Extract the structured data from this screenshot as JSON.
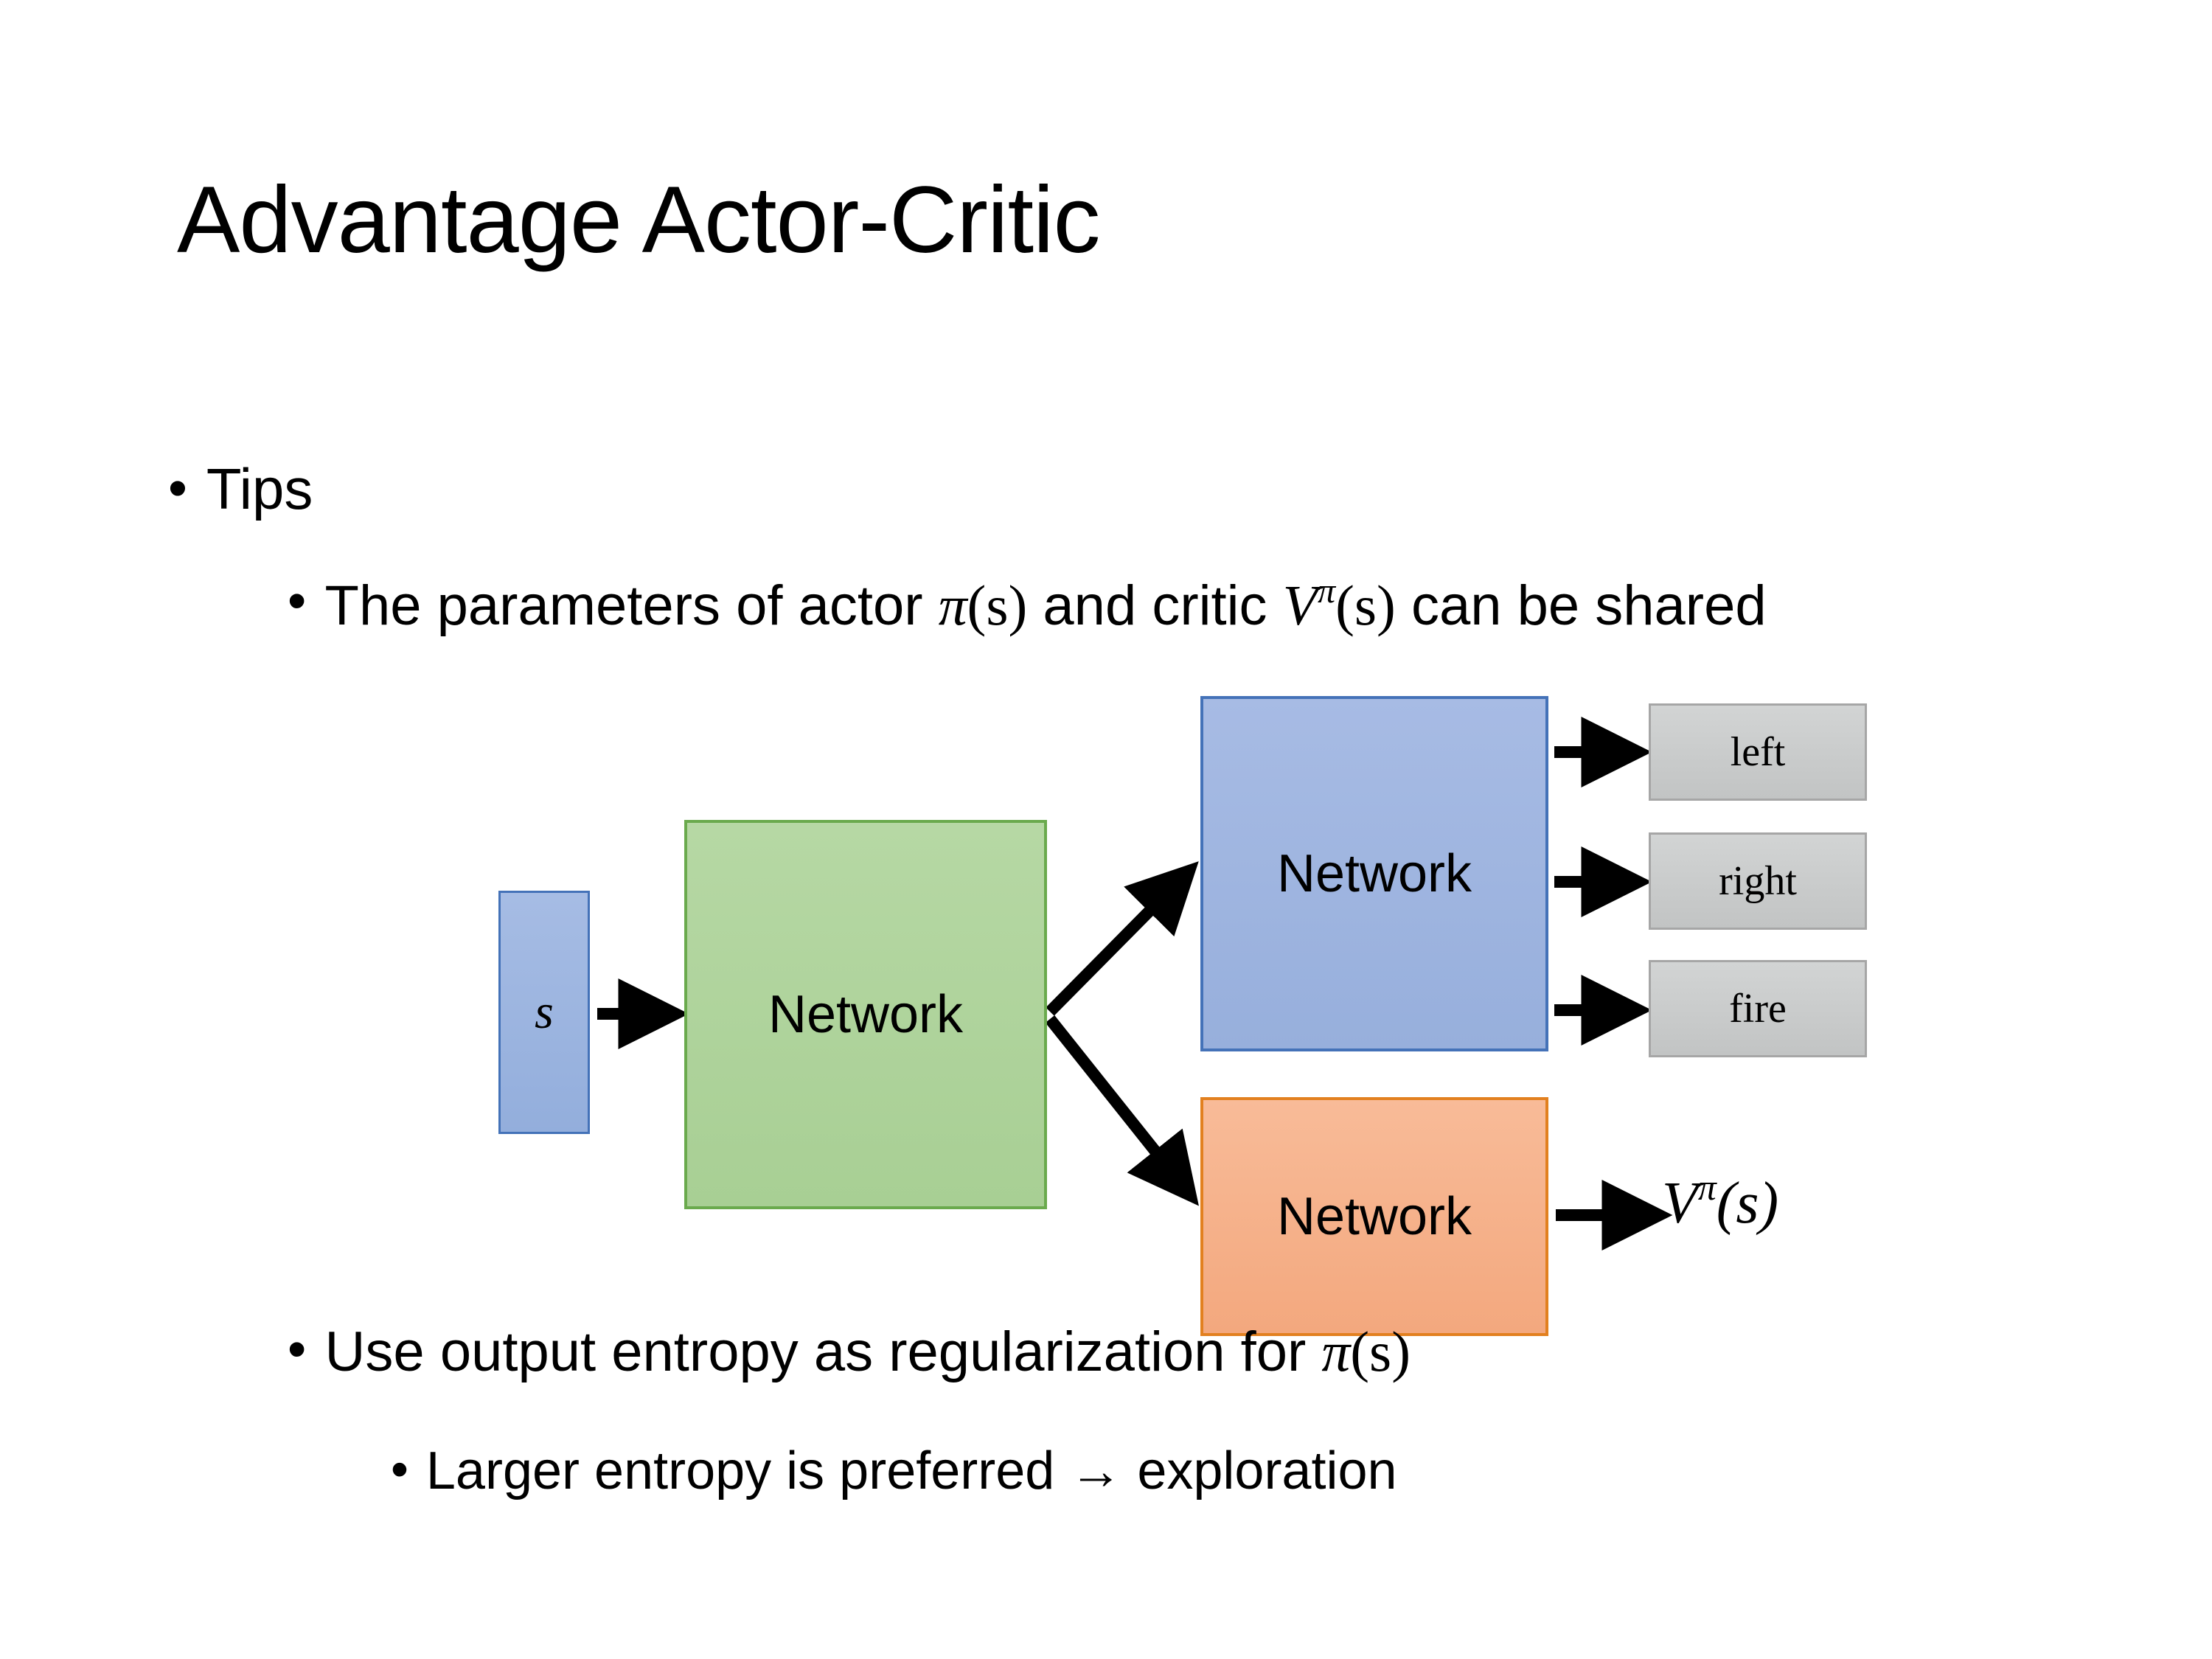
{
  "slide": {
    "title": "Advantage Actor-Critic",
    "background": "#ffffff"
  },
  "bullets": [
    {
      "level": 1,
      "marker": "•",
      "text": "Tips"
    },
    {
      "level": 2,
      "marker": "•",
      "text_parts": [
        "The parameters of actor ",
        "π(s)",
        "  and critic ",
        "Vπ(s)",
        " can be shared"
      ],
      "plain": "The parameters of actor π(s)  and critic Vπ(s) can be shared",
      "lead": "The parameters of actor ",
      "math1": "π",
      "math1_arg": "(s)",
      "mid": "  and critic ",
      "math2": "V",
      "math2_sup": "π",
      "math2_arg": "(s)",
      "tail": " can be shared"
    },
    {
      "level": 2,
      "marker": "•",
      "lead": "Use output entropy as regularization for ",
      "math1": "π",
      "math1_arg": "(s)",
      "plain": "Use output entropy as regularization for π(s)"
    },
    {
      "level": 3,
      "marker": "•",
      "text": "Larger entropy is preferred → exploration"
    }
  ],
  "diagram": {
    "input_box": {
      "label": "s",
      "fill": "#97afdc",
      "border": "#4472b8"
    },
    "shared_box": {
      "label": "Network",
      "fill": "#a8cf94",
      "border": "#6aaa4d"
    },
    "actor_box": {
      "label": "Network",
      "fill": "#97afdc",
      "border": "#4472b8"
    },
    "critic_box": {
      "label": "Network",
      "fill": "#f3a87e",
      "border": "#e2801f"
    },
    "action_outputs": [
      {
        "label": "left",
        "fill": "#c2c4c4",
        "border": "#a6a6a6"
      },
      {
        "label": "right",
        "fill": "#c2c4c4",
        "border": "#a6a6a6"
      },
      {
        "label": "fire",
        "fill": "#c2c4c4",
        "border": "#a6a6a6"
      }
    ],
    "value_output": {
      "symbol": "V",
      "superscript": "π",
      "argument": "(s)"
    },
    "arrow_color": "#000000"
  }
}
